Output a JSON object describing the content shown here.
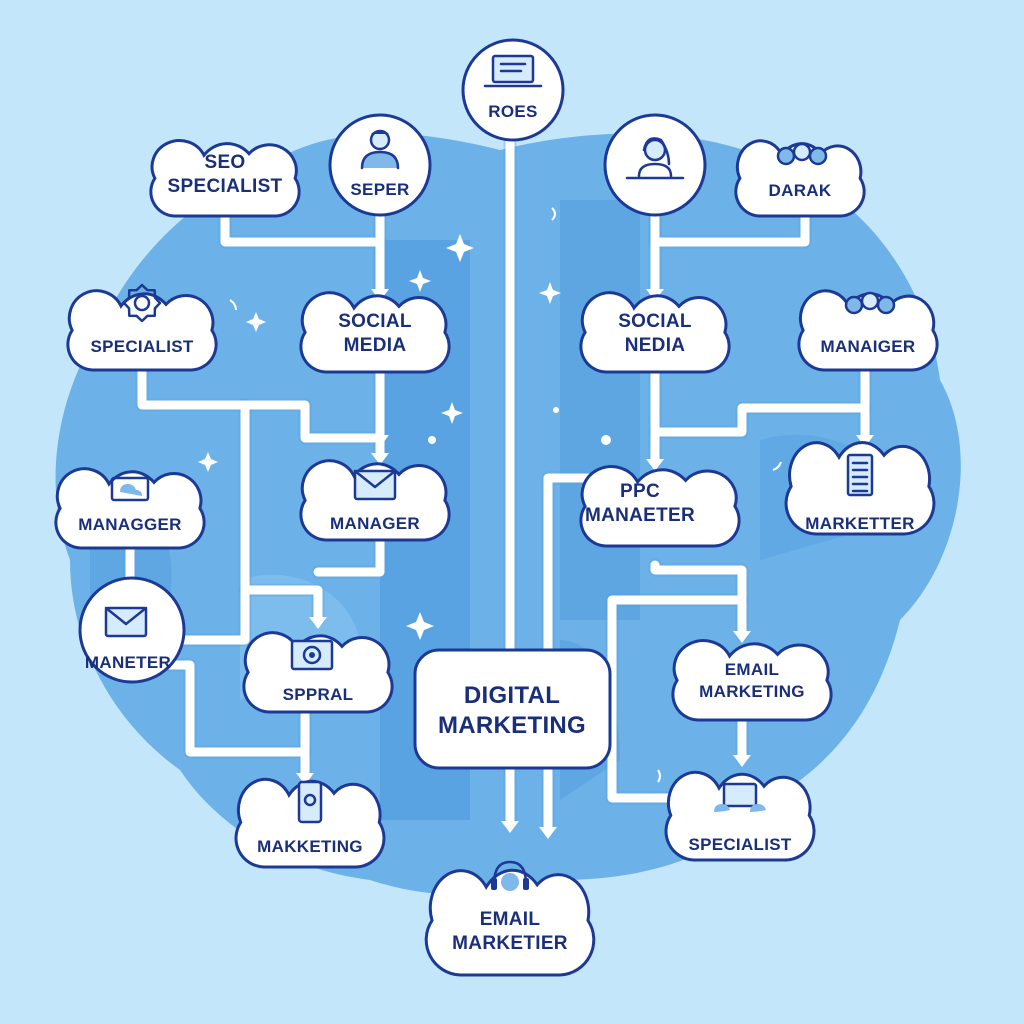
{
  "colors": {
    "background": "#c4e6fa",
    "blob": "#6cb2e8",
    "blob_dark": "#4b97dc",
    "node_fill": "#ffffff",
    "node_stroke": "#1c3a95",
    "text": "#1a2f7a",
    "connector": "#ffffff"
  },
  "nodes": {
    "roes": {
      "lines": [
        "ROES"
      ],
      "icon": "laptop-icon"
    },
    "seo_specialist": {
      "lines": [
        "SEO",
        "SPECIALIST"
      ]
    },
    "seper": {
      "lines": [
        "SEPER"
      ],
      "icon": "person-icon"
    },
    "person_desk": {
      "lines": [],
      "icon": "person-at-desk-icon"
    },
    "darak": {
      "lines": [
        "DARAK"
      ],
      "icon": "gears-icon"
    },
    "specialist_left": {
      "lines": [
        "SPECIALIST"
      ],
      "icon": "gear-icon"
    },
    "social_media": {
      "lines": [
        "SOCIAL",
        "MEDIA"
      ]
    },
    "social_nedia": {
      "lines": [
        "SOCIAL",
        "NEDIA"
      ]
    },
    "managier": {
      "lines": [
        "MANAIGER"
      ],
      "icon": "gears-icon"
    },
    "managger": {
      "lines": [
        "MANAGGER"
      ],
      "icon": "cloud-laptop-icon"
    },
    "manager_center": {
      "lines": [
        "MANAGER"
      ],
      "icon": "envelope-icon"
    },
    "ppc_maneter": {
      "lines": [
        "PPC",
        "MANAETER"
      ]
    },
    "marketter": {
      "lines": [
        "MARKETTER"
      ],
      "icon": "document-icon"
    },
    "maneter": {
      "lines": [
        "MANETER"
      ],
      "icon": "envelope-icon"
    },
    "sppral": {
      "lines": [
        "SPPRAL"
      ],
      "icon": "photo-icon"
    },
    "digital_marketing": {
      "lines": [
        "DIGITAL",
        "MARKETING"
      ]
    },
    "email_marketing": {
      "lines": [
        "EMAIL",
        "MARKETING"
      ]
    },
    "makketing": {
      "lines": [
        "MAKKETING"
      ],
      "icon": "phone-icon"
    },
    "specialist_right": {
      "lines": [
        "SPECIALIST"
      ],
      "icon": "laptop-cloud-icon"
    },
    "email_marketier": {
      "lines": [
        "EMAIL",
        "MARKETIER"
      ],
      "icon": "headset-icon"
    }
  }
}
